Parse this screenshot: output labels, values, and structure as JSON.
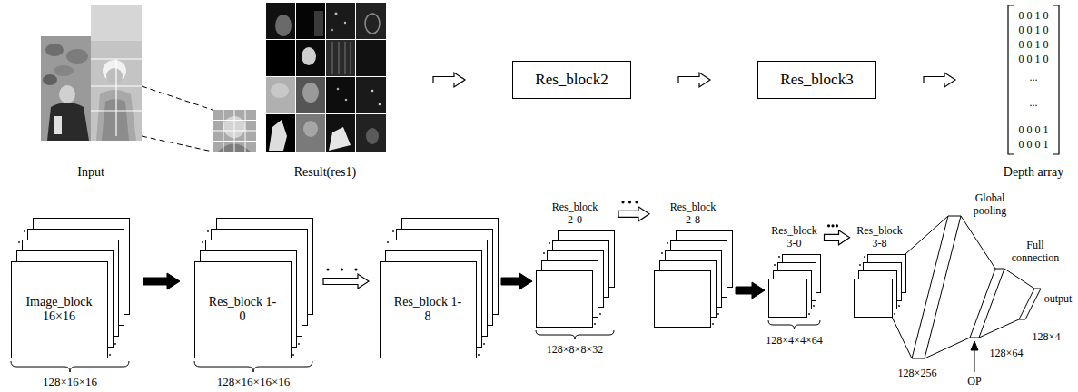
{
  "diagram": {
    "nodes": [
      {
        "text": [
          "Res_block2"
        ]
      },
      {
        "text": [
          "Res_block3"
        ]
      },
      {
        "text": [
          "Image_block 16×16"
        ]
      },
      {
        "text": [
          "Res_block 1-0"
        ]
      },
      {
        "text": [
          "Res_block 1-8"
        ]
      },
      {
        "text": [
          "Res_block 2-0"
        ]
      },
      {
        "text": [
          "Res_block 2-8"
        ]
      },
      {
        "text": [
          "Res_block 3-0"
        ]
      },
      {
        "text": [
          "Res_block 3-8"
        ]
      }
    ],
    "edges": [
      {
        "from": 0,
        "to": 1,
        "arrow": "to"
      },
      {
        "from": 2,
        "to": 3,
        "arrow": "to"
      },
      {
        "from": 3,
        "to": 4,
        "arrow": "to"
      },
      {
        "from": 4,
        "to": 5,
        "arrow": "to"
      },
      {
        "from": 5,
        "to": 6,
        "arrow": "to"
      },
      {
        "from": 6,
        "to": 7,
        "arrow": "to"
      },
      {
        "from": 7,
        "to": 8,
        "arrow": "to"
      }
    ],
    "labels": [
      "Input",
      "Result(res1)",
      "0 0 1 0",
      "0 0 1 0",
      "0 0 1 0",
      "0 0 1 0",
      "...",
      "...",
      "0 0 0 1",
      "0 0 0 1",
      "Depth array",
      "128×16×16",
      "128×16×16×16",
      "128×8×8×32",
      "128×4×4×64",
      "Global pooling",
      "Full connection",
      "128×256",
      "128×64",
      "128×4",
      "output",
      "OP"
    ]
  }
}
